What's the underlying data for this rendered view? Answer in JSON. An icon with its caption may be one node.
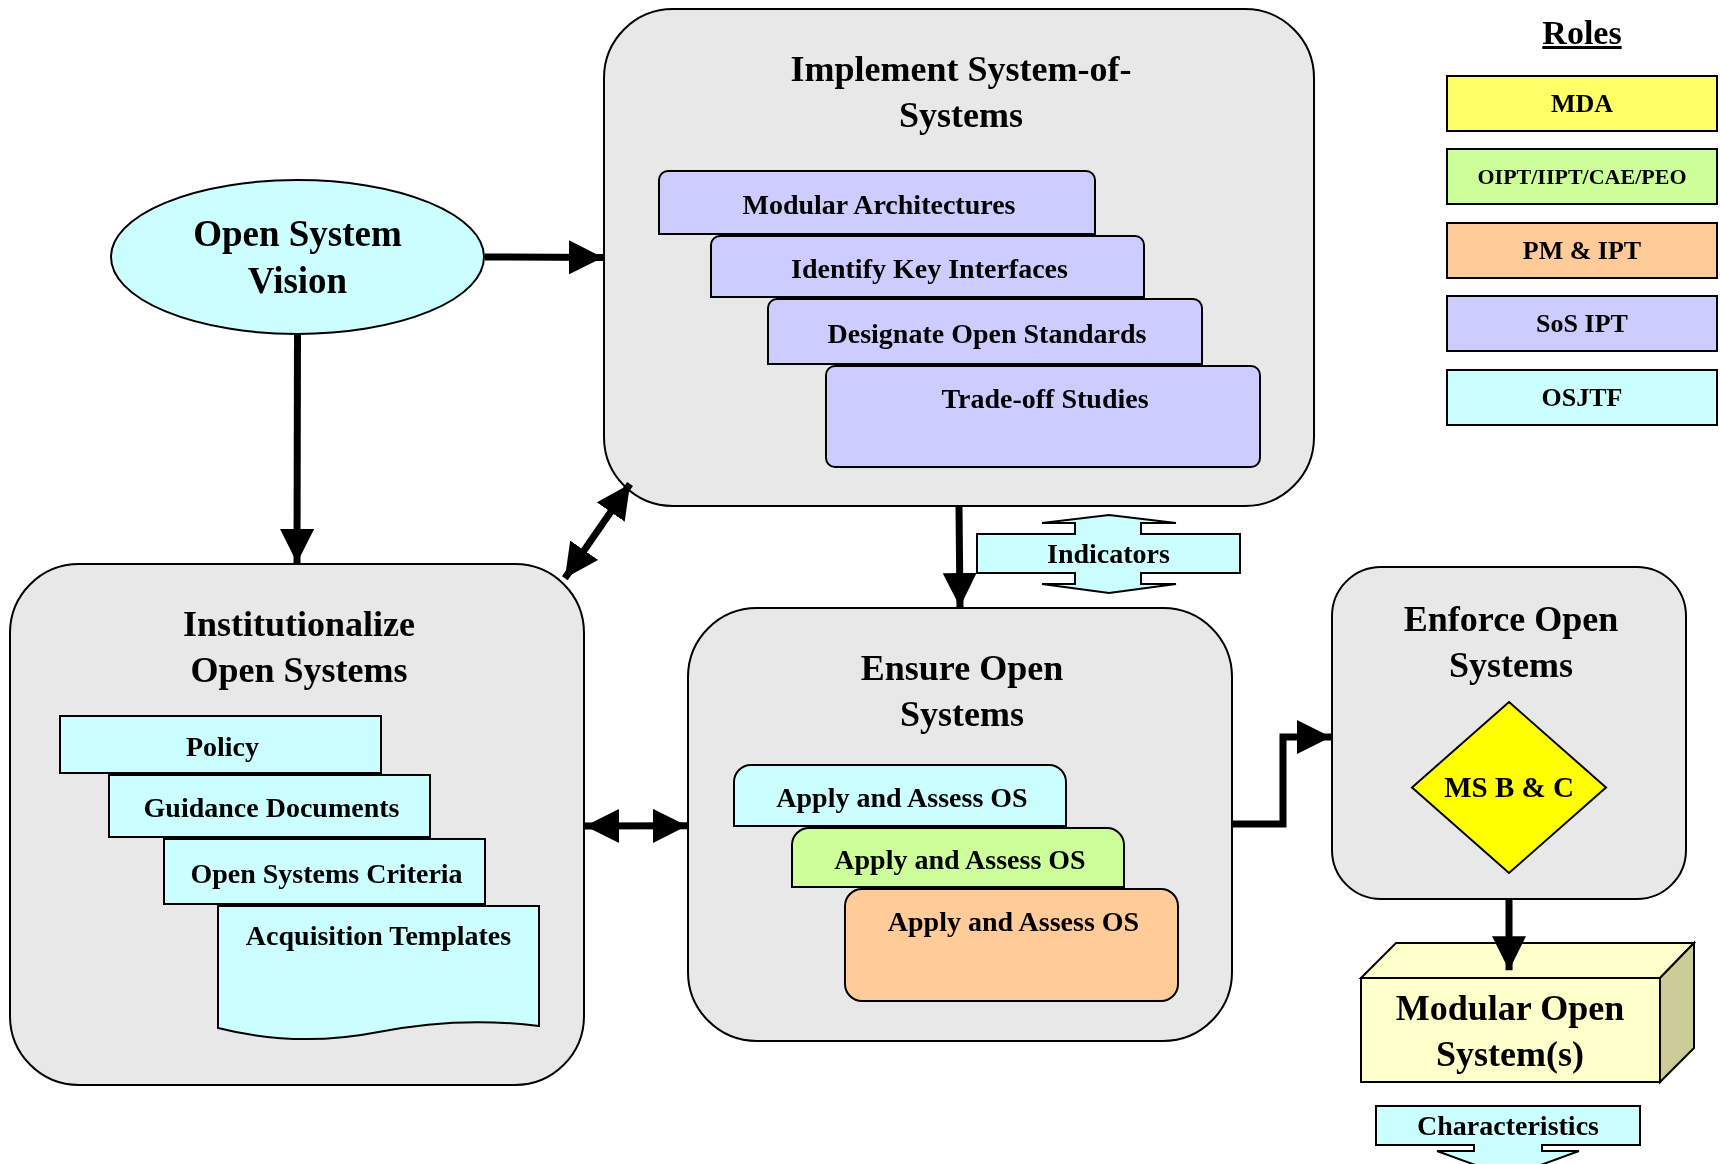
{
  "diagram": {
    "nodes": [
      {
        "text": [
          "Open System Vision"
        ]
      },
      {
        "text": [
          "Implement System-of-Systems"
        ]
      },
      {
        "text": [
          "Modular Architectures"
        ],
        "in": 1
      },
      {
        "text": [
          "Identify Key Interfaces"
        ],
        "in": 1
      },
      {
        "text": [
          "Designate Open Standards"
        ],
        "in": 1
      },
      {
        "text": [
          "Trade-off Studies"
        ],
        "in": 1
      },
      {
        "text": [
          "Indicators"
        ]
      },
      {
        "text": [
          "Institutionalize Open Systems"
        ]
      },
      {
        "text": [
          "Policy"
        ],
        "in": 7
      },
      {
        "text": [
          "Guidance Documents"
        ],
        "in": 7
      },
      {
        "text": [
          "Open Systems Criteria"
        ],
        "in": 7
      },
      {
        "text": [
          "Acquisition Templates"
        ],
        "in": 7
      },
      {
        "text": [
          "Ensure Open Systems"
        ]
      },
      {
        "text": [
          "Apply and Assess OS"
        ],
        "in": 12
      },
      {
        "text": [
          "Apply and Assess OS"
        ],
        "in": 12
      },
      {
        "text": [
          "Apply and Assess OS"
        ],
        "in": 12
      },
      {
        "text": [
          "Enforce Open Systems"
        ]
      },
      {
        "text": [
          "MS B & C"
        ],
        "in": 16
      },
      {
        "text": [
          "Modular Open System(s)"
        ]
      },
      {
        "text": [
          "Characteristics"
        ]
      }
    ],
    "edges": [
      {
        "from": 0,
        "to": 1,
        "arrow": "to"
      },
      {
        "from": 0,
        "to": 7,
        "arrow": "to"
      },
      {
        "from": 1,
        "to": 7,
        "arrow": "both"
      },
      {
        "from": 1,
        "to": 12,
        "arrow": "to"
      },
      {
        "from": 7,
        "to": 12,
        "arrow": "both"
      },
      {
        "from": 12,
        "to": 16,
        "arrow": "to"
      },
      {
        "from": 16,
        "to": 18,
        "arrow": "to"
      }
    ],
    "labels": [
      "Roles"
    ],
    "legend": [
      {
        "text": "MDA",
        "color": "#ffff66"
      },
      {
        "text": "OIPT/IIPT/CAE/PEO",
        "color": "#ccff99"
      },
      {
        "text": "PM & IPT",
        "color": "#ffcc99"
      },
      {
        "text": "SoS IPT",
        "color": "#ccccff"
      },
      {
        "text": "OSJTF",
        "color": "#ccffff"
      }
    ]
  }
}
